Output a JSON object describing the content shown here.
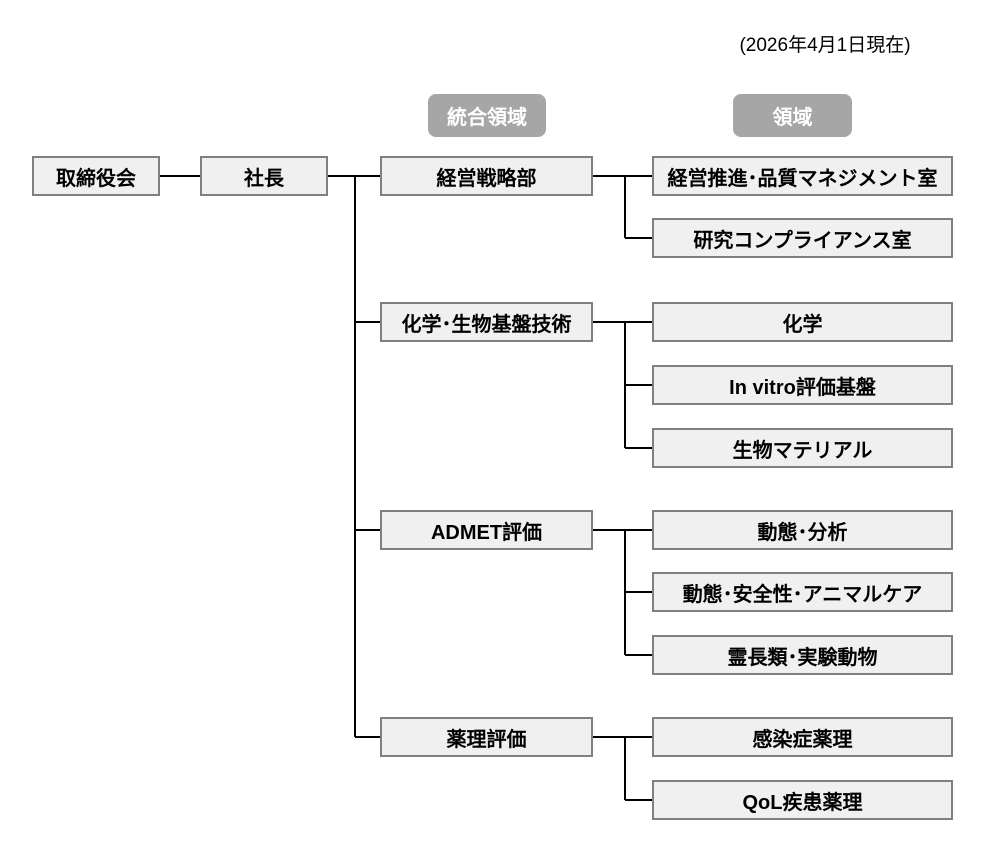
{
  "date_note": "(2026年4月1日現在)",
  "headers": {
    "integrated_domain": "統合領域",
    "domain": "領域"
  },
  "root": {
    "board": "取締役会",
    "president": "社長"
  },
  "groups": [
    {
      "name": "経営戦略部",
      "children": [
        "経営推進･品質マネジメント室",
        "研究コンプライアンス室"
      ]
    },
    {
      "name": "化学･生物基盤技術",
      "children": [
        "化学",
        "In vitro評価基盤",
        "生物マテリアル"
      ]
    },
    {
      "name": "ADMET評価",
      "children": [
        "動態･分析",
        "動態･安全性･アニマルケア",
        "霊長類･実験動物"
      ]
    },
    {
      "name": "薬理評価",
      "children": [
        "感染症薬理",
        "QoL疾患薬理"
      ]
    }
  ],
  "colors": {
    "box_fill": "#f0f0f0",
    "box_border": "#808080",
    "badge_bg": "#a6a6a6",
    "badge_text": "#ffffff",
    "line": "#000000",
    "text": "#000000"
  }
}
